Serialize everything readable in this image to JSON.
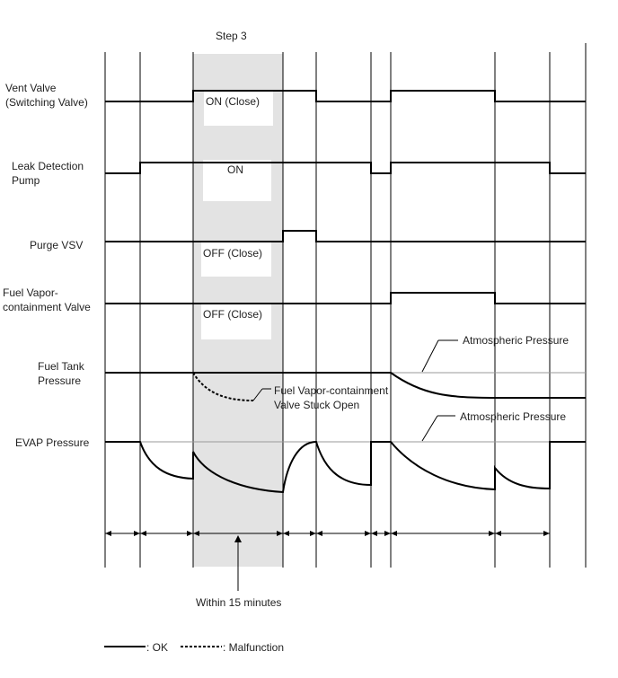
{
  "step_label": "Step 3",
  "signals": {
    "vent_valve": {
      "label_line1": "Vent Valve",
      "label_line2": "(Switching Valve)",
      "state": "ON (Close)"
    },
    "leak_pump": {
      "label_line1": "Leak Detection",
      "label_line2": "Pump",
      "state": "ON"
    },
    "purge_vsv": {
      "label_line1": "Purge VSV",
      "state": "OFF (Close)"
    },
    "fuel_vapor_valve": {
      "label_line1": "Fuel Vapor-",
      "label_line2": "containment Valve",
      "state": "OFF (Close)"
    },
    "fuel_tank_pressure": {
      "label_line1": "Fuel Tank",
      "label_line2": "Pressure",
      "annotation": "Atmospheric Pressure",
      "malfunction_line1": "Fuel Vapor-containment",
      "malfunction_line2": "Valve Stuck Open"
    },
    "evap_pressure": {
      "label_line1": "EVAP Pressure",
      "annotation": "Atmospheric Pressure"
    }
  },
  "duration_label": "Within 15 minutes",
  "legend": {
    "ok": ": OK",
    "malfunction": ": Malfunction"
  }
}
